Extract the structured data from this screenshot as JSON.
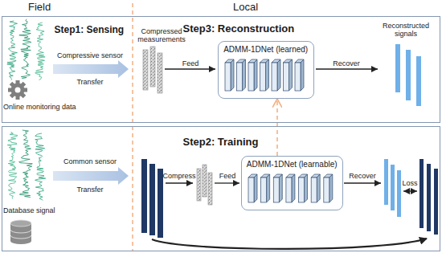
{
  "diagram": {
    "nodes": [
      {
        "text": [
          "Step1: Sensing",
          "Step3: Reconstruction"
        ]
      },
      {
        "text": [
          "ADMM-1DNet (learned)"
        ],
        "in": 0
      },
      {
        "text": [
          "Step2: Training"
        ]
      },
      {
        "text": [
          "ADMM-1DNet (learnable)"
        ],
        "in": 2
      }
    ],
    "edges": [
      {
        "from": 3,
        "to": 1,
        "arrow": "to"
      }
    ],
    "labels": [
      "Field",
      "Local",
      "Compressive sensor",
      "Transfer",
      "Online monitoring data",
      "Compressed measurements",
      "Feed",
      "Recover",
      "Reconstructed signals",
      "Common sensor",
      "Transfer",
      "Database signal",
      "Compress",
      "Feed",
      "Recover",
      "Loss"
    ]
  }
}
